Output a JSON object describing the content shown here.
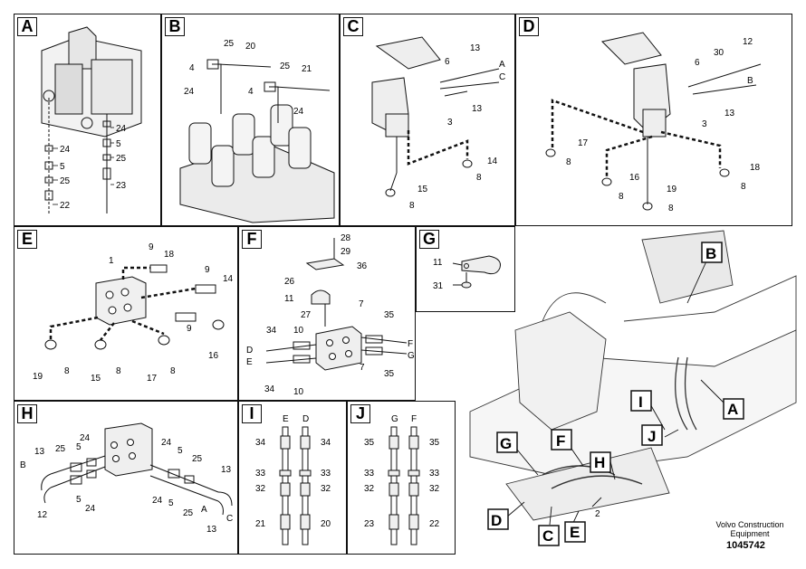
{
  "panels": {
    "A": {
      "tag": "A",
      "labels": [
        "24",
        "5",
        "25",
        "24",
        "5",
        "25",
        "23",
        "22"
      ]
    },
    "B": {
      "tag": "B",
      "labels": [
        "25",
        "20",
        "4",
        "24",
        "25",
        "21",
        "4",
        "24"
      ]
    },
    "C": {
      "tag": "C",
      "labels": [
        "6",
        "13",
        "A",
        "C",
        "3",
        "13",
        "14",
        "8",
        "15",
        "8"
      ]
    },
    "D": {
      "tag": "D",
      "labels": [
        "30",
        "12",
        "6",
        "B",
        "3",
        "13",
        "17",
        "8",
        "16",
        "8",
        "19",
        "8",
        "18",
        "8"
      ]
    },
    "E": {
      "tag": "E",
      "labels": [
        "1",
        "9",
        "18",
        "9",
        "14",
        "9",
        "19",
        "8",
        "15",
        "8",
        "17",
        "8",
        "16"
      ]
    },
    "F": {
      "tag": "F",
      "labels": [
        "28",
        "29",
        "36",
        "26",
        "11",
        "27",
        "7",
        "35",
        "34",
        "10",
        "D",
        "E",
        "F",
        "G",
        "7",
        "35",
        "34",
        "10"
      ]
    },
    "G": {
      "tag": "G",
      "labels": [
        "11",
        "31"
      ]
    },
    "H": {
      "tag": "H",
      "labels": [
        "13",
        "25",
        "24",
        "B",
        "5",
        "12",
        "5",
        "24",
        "24",
        "5",
        "25",
        "13",
        "C",
        "5",
        "24",
        "25",
        "A",
        "13"
      ]
    },
    "I": {
      "tag": "I",
      "labels": [
        "E",
        "D",
        "34",
        "34",
        "33",
        "33",
        "32",
        "32",
        "21",
        "20"
      ]
    },
    "J": {
      "tag": "J",
      "labels": [
        "G",
        "F",
        "35",
        "35",
        "33",
        "33",
        "32",
        "32",
        "23",
        "22"
      ]
    }
  },
  "overview": {
    "callouts": [
      "B",
      "A",
      "I",
      "J",
      "H",
      "G",
      "F",
      "D",
      "C",
      "E"
    ],
    "number": "2"
  },
  "footer": {
    "publisher_line1": "Volvo Construction",
    "publisher_line2": "Equipment",
    "part_number": "1045742"
  },
  "colors": {
    "line": "#111111",
    "background": "#ffffff"
  }
}
